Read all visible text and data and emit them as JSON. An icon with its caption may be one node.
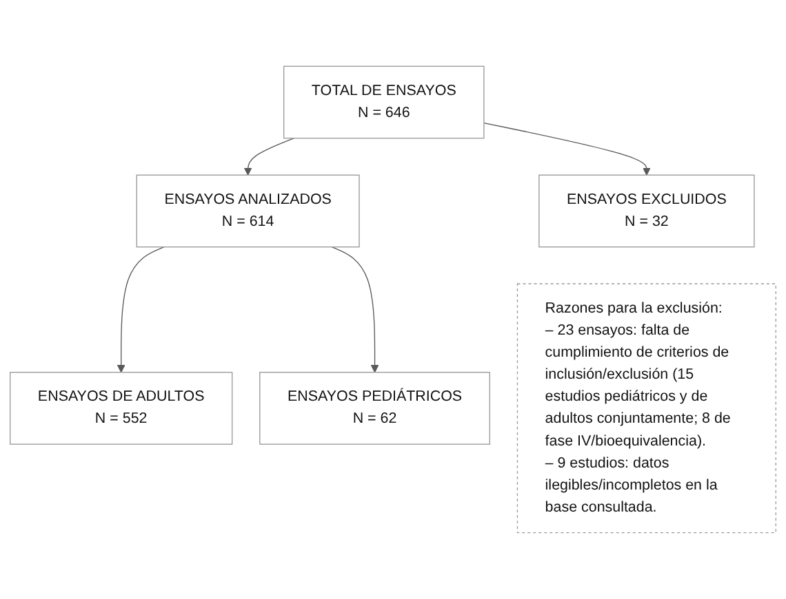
{
  "diagram": {
    "nodes": [
      {
        "text": [
          "TOTAL DE ENSAYOS",
          "N = 646"
        ]
      },
      {
        "text": [
          "ENSAYOS ANALIZADOS",
          "N = 614"
        ]
      },
      {
        "text": [
          "ENSAYOS EXCLUIDOS",
          "N = 32"
        ]
      },
      {
        "text": [
          "ENSAYOS DE ADULTOS",
          "N = 552"
        ]
      },
      {
        "text": [
          "ENSAYOS PEDIÁTRICOS",
          "N = 62"
        ]
      },
      {
        "text": [
          "Razones para la exclusión:",
          "– 23 ensayos: falta de cumplimiento de criterios de inclusión/exclusión (15 estudios pediátricos y de adultos conjuntamente; 8 de fase IV/bioequivalencia).",
          "– 9 estudios: datos ilegibles/incompletos en la base consultada."
        ]
      }
    ],
    "edges": [
      {
        "from": 0,
        "to": 1,
        "arrow": "to"
      },
      {
        "from": 0,
        "to": 2,
        "arrow": "to"
      },
      {
        "from": 1,
        "to": 3,
        "arrow": "to"
      },
      {
        "from": 1,
        "to": 4,
        "arrow": "to"
      }
    ]
  }
}
